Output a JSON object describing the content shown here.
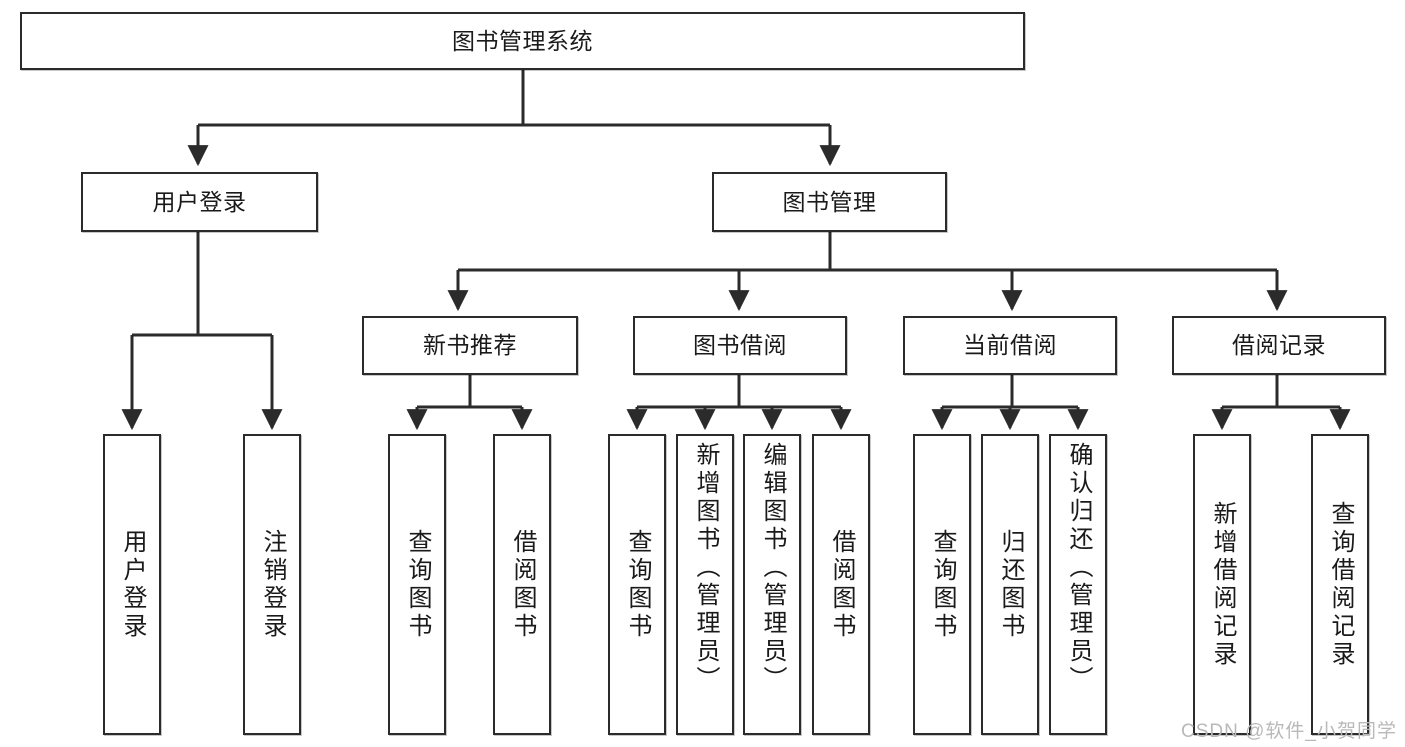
{
  "diagram": {
    "title": "图书管理系统",
    "watermark": "CSDN @软件_小贺同学",
    "stroke_color": "#2b2b2b",
    "background_color": "#ffffff",
    "text_color": "#1a1a1a"
  },
  "nodes": {
    "root": {
      "label": "图书管理系统",
      "level": 1
    },
    "user_login": {
      "label": "用户登录",
      "level": 2
    },
    "book_manage": {
      "label": "图书管理",
      "level": 2
    },
    "new_book_rec": {
      "label": "新书推荐",
      "level": 3
    },
    "book_borrow": {
      "label": "图书借阅",
      "level": 3
    },
    "current_borrow": {
      "label": "当前借阅",
      "level": 3
    },
    "borrow_record": {
      "label": "借阅记录",
      "level": 3
    },
    "leaf_user_login": {
      "label": "用户登录",
      "level": 4
    },
    "leaf_logout": {
      "label": "注销登录",
      "level": 4
    },
    "leaf_query_book_1": {
      "label": "查询图书",
      "level": 4
    },
    "leaf_borrow_book_1": {
      "label": "借阅图书",
      "level": 4
    },
    "leaf_query_book_2": {
      "label": "查询图书",
      "level": 4
    },
    "leaf_add_book": {
      "label": "新增图书（管理员）",
      "level": 4
    },
    "leaf_edit_book": {
      "label": "编辑图书（管理员）",
      "level": 4
    },
    "leaf_borrow_book_2": {
      "label": "借阅图书",
      "level": 4
    },
    "leaf_query_book_3": {
      "label": "查询图书",
      "level": 4
    },
    "leaf_return_book": {
      "label": "归还图书",
      "level": 4
    },
    "leaf_confirm_return": {
      "label": "确认归还（管理员）",
      "level": 4
    },
    "leaf_add_record": {
      "label": "新增借阅记录",
      "level": 4
    },
    "leaf_query_record": {
      "label": "查询借阅记录",
      "level": 4
    }
  },
  "chart_data": {
    "type": "diagram",
    "subtype": "tree-hierarchy",
    "title": "图书管理系统",
    "orientation": "top-down",
    "edge_style": "orthogonal-with-arrowheads",
    "tree": {
      "label": "图书管理系统",
      "children": [
        {
          "label": "用户登录",
          "children": [
            {
              "label": "用户登录",
              "children": []
            },
            {
              "label": "注销登录",
              "children": []
            }
          ]
        },
        {
          "label": "图书管理",
          "children": [
            {
              "label": "新书推荐",
              "children": [
                {
                  "label": "查询图书",
                  "children": []
                },
                {
                  "label": "借阅图书",
                  "children": []
                }
              ]
            },
            {
              "label": "图书借阅",
              "children": [
                {
                  "label": "查询图书",
                  "children": []
                },
                {
                  "label": "新增图书（管理员）",
                  "children": []
                },
                {
                  "label": "编辑图书（管理员）",
                  "children": []
                },
                {
                  "label": "借阅图书",
                  "children": []
                }
              ]
            },
            {
              "label": "当前借阅",
              "children": [
                {
                  "label": "查询图书",
                  "children": []
                },
                {
                  "label": "归还图书",
                  "children": []
                },
                {
                  "label": "确认归还（管理员）",
                  "children": []
                }
              ]
            },
            {
              "label": "借阅记录",
              "children": [
                {
                  "label": "新增借阅记录",
                  "children": []
                },
                {
                  "label": "查询借阅记录",
                  "children": []
                }
              ]
            }
          ]
        }
      ]
    },
    "level_counts": [
      1,
      2,
      4,
      13
    ],
    "total_nodes": 20
  }
}
